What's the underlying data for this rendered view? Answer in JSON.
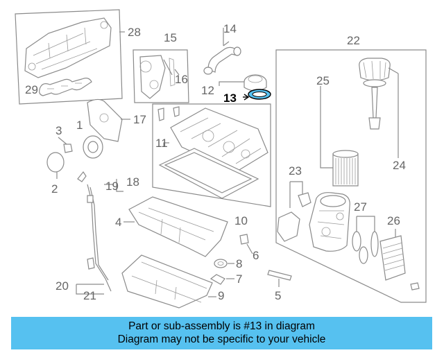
{
  "diagram": {
    "highlight_color": "#56c1f0",
    "callouts": [
      {
        "id": "28",
        "label": "28"
      },
      {
        "id": "15",
        "label": "15"
      },
      {
        "id": "14",
        "label": "14"
      },
      {
        "id": "22",
        "label": "22"
      },
      {
        "id": "16",
        "label": "16"
      },
      {
        "id": "12",
        "label": "12"
      },
      {
        "id": "13",
        "label": "13",
        "highlighted": true
      },
      {
        "id": "29",
        "label": "29"
      },
      {
        "id": "25",
        "label": "25"
      },
      {
        "id": "17",
        "label": "17"
      },
      {
        "id": "3",
        "label": "3"
      },
      {
        "id": "1",
        "label": "1"
      },
      {
        "id": "11",
        "label": "11"
      },
      {
        "id": "24",
        "label": "24"
      },
      {
        "id": "23",
        "label": "23"
      },
      {
        "id": "2",
        "label": "2"
      },
      {
        "id": "19",
        "label": "19"
      },
      {
        "id": "18",
        "label": "18"
      },
      {
        "id": "27",
        "label": "27"
      },
      {
        "id": "4",
        "label": "4"
      },
      {
        "id": "10",
        "label": "10"
      },
      {
        "id": "26",
        "label": "26"
      },
      {
        "id": "6",
        "label": "6"
      },
      {
        "id": "8",
        "label": "8"
      },
      {
        "id": "7",
        "label": "7"
      },
      {
        "id": "20",
        "label": "20"
      },
      {
        "id": "5",
        "label": "5"
      },
      {
        "id": "21",
        "label": "21"
      },
      {
        "id": "9",
        "label": "9"
      }
    ]
  },
  "banner": {
    "line1": "Part or sub-assembly is #13 in diagram",
    "line2": "Diagram may not be specific to your vehicle",
    "color": "#56c1f0"
  }
}
